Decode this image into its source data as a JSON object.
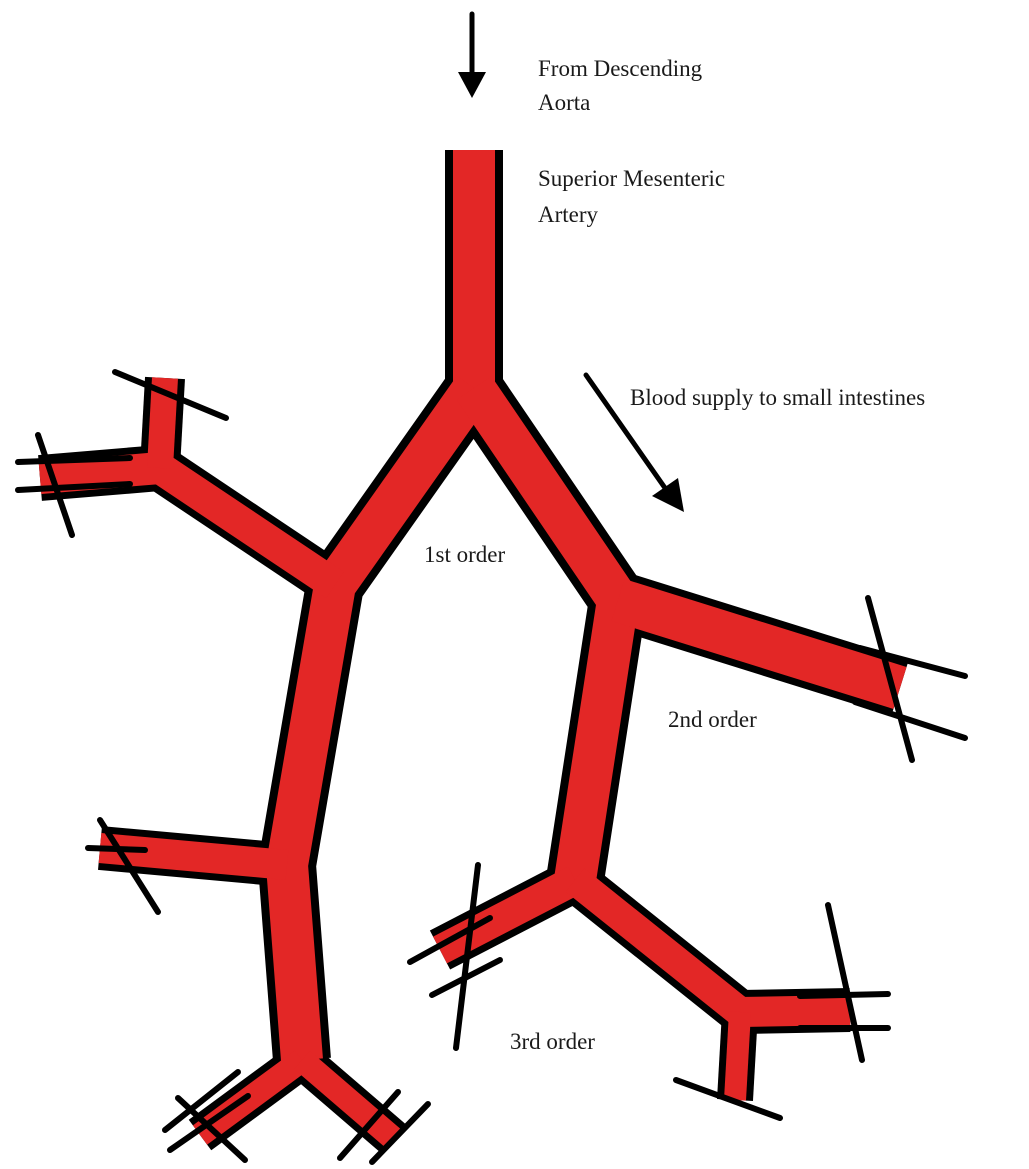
{
  "labels": {
    "source_line1": "From Descending",
    "source_line2": "Aorta",
    "artery_line1": "Superior Mesenteric",
    "artery_line2": "Artery",
    "flow_note": "Blood supply to small intestines",
    "order_1": "1st order",
    "order_2": "2nd order",
    "order_3": "3rd order"
  },
  "colors": {
    "vessel_fill": "#e32726",
    "vessel_outline": "#000000",
    "background": "#ffffff"
  },
  "icons": {
    "source_arrow": "arrow-down-icon",
    "flow_arrow": "arrow-down-right-icon",
    "cut_marks": "double-slash-cut-icon"
  }
}
